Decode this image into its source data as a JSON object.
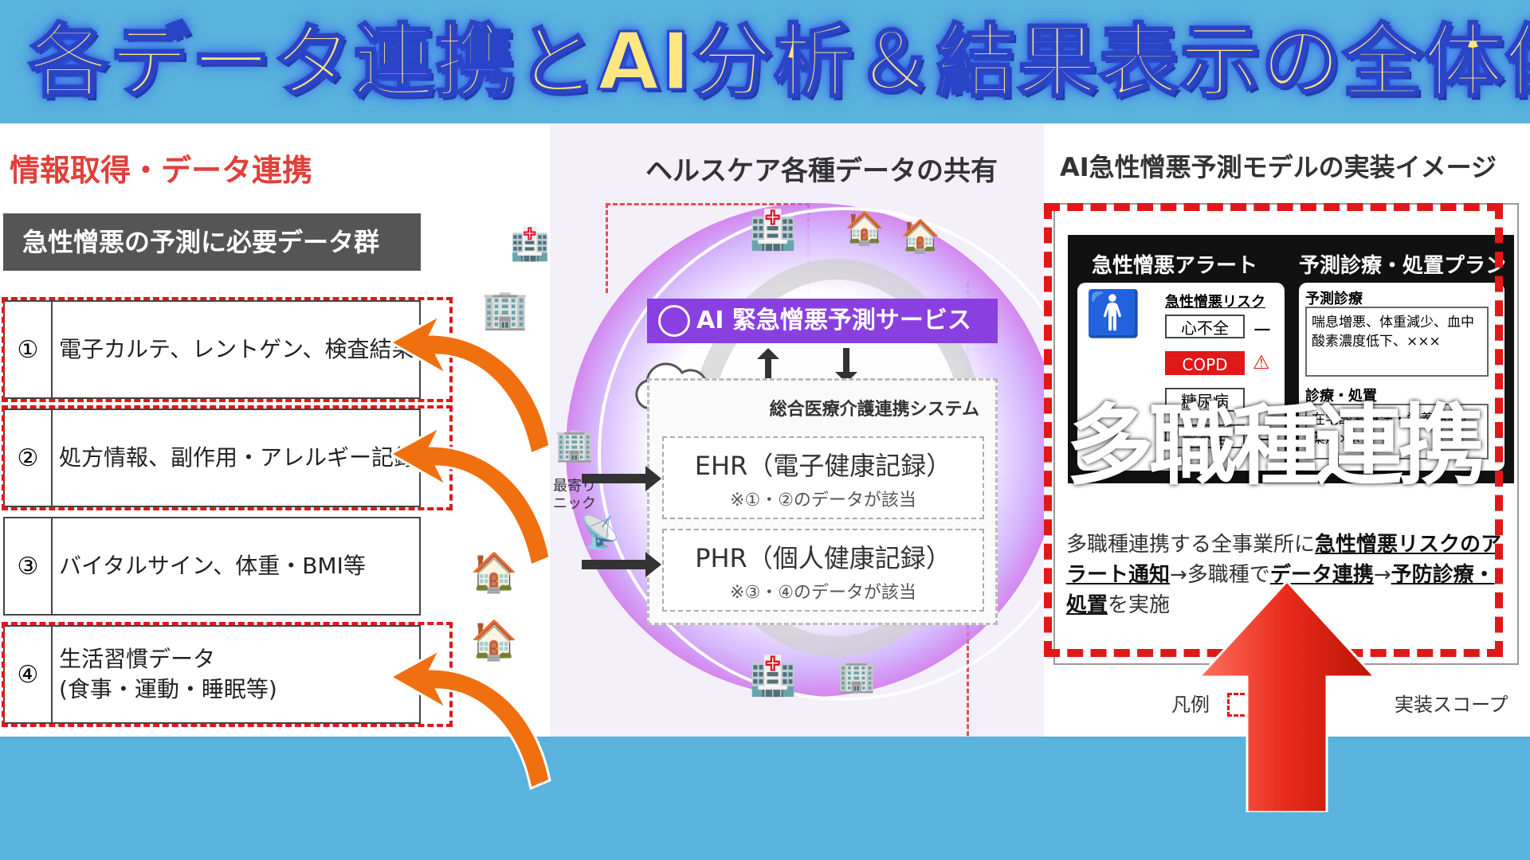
{
  "title": "各データ連携とAI分析＆結果表示の全体像",
  "left_panel": {
    "heading": "情報取得・データ連携",
    "subheading": "急性憎悪の予測に必要データ群",
    "rows": [
      {
        "num": "①",
        "line1": "電子カルテ、レントゲン、検査結果",
        "line2": ""
      },
      {
        "num": "②",
        "line1": "処方情報、副作用・アレルギー記録",
        "line2": ""
      },
      {
        "num": "③",
        "line1": "バイタルサイン、体重・BMI等",
        "line2": ""
      },
      {
        "num": "④",
        "line1": "生活習慣データ",
        "line2": "(食事・運動・睡眠等)"
      }
    ]
  },
  "middle_panel": {
    "heading": "ヘルスケア各種データの共有",
    "service": "AI 緊急憎悪予測サービス",
    "system_title": "総合医療介護連携システム",
    "ehr_title": "EHR（電子健康記録）",
    "ehr_note": "※①・②のデータが該当",
    "phr_title": "PHR（個人健康記録）",
    "phr_note": "※③・④のデータが該当",
    "side_label1": "最寄り",
    "side_label2": "ニック"
  },
  "right_panel": {
    "heading": "AI急性憎悪予測モデルの実装イメージ",
    "alert_header": "急性憎悪アラート",
    "plan_header": "予測診療・処置プラン",
    "risk_title": "急性憎悪リスク",
    "risks": [
      "心不全",
      "COPD",
      "糖尿病",
      "腎不全"
    ],
    "risk_marks": [
      "ー",
      "⚠",
      "",
      "ー"
    ],
    "plan_label": "予測診療",
    "plan_text": "喘息増悪、体重減少、血中酸素濃度低下、×××",
    "plan_label2": "診療・処置",
    "plan_text2": "在宅酸素療法・栄養指導と薬剤××",
    "overlay": "多職種連携",
    "bottom_text_plain1": "多職種連携する全事業所に",
    "bottom_text_bold1": "急性憎悪リスクのアラート通知",
    "bottom_text_plain2": "→多職種で",
    "bottom_text_bold2": "データ連携",
    "bottom_text_plain3": "→",
    "bottom_text_bold3": "予防診療・処置",
    "bottom_text_plain4": "を実施",
    "legend_label": "凡例",
    "scope_label": "実装スコープ"
  },
  "colors": {
    "background": "#5ab3dc",
    "title_fill": "#ffe680",
    "accent_red": "#e01818",
    "service_purple": "#8a3fe0",
    "arrow_orange": "#f07010"
  }
}
